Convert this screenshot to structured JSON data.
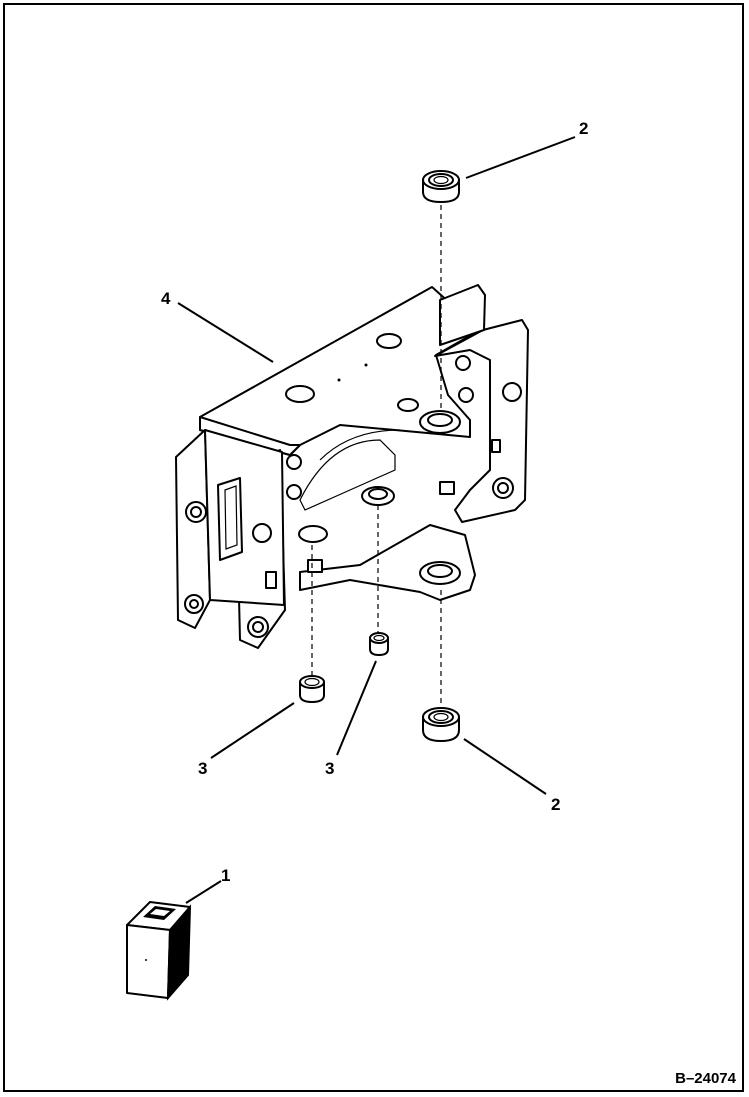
{
  "callouts": {
    "bearing_top": "2",
    "bearing_bottom": "2",
    "bushing_left": "3",
    "bushing_mid": "3",
    "decal_kit": "1",
    "bracket": "4"
  },
  "figure_number": "B–24074"
}
